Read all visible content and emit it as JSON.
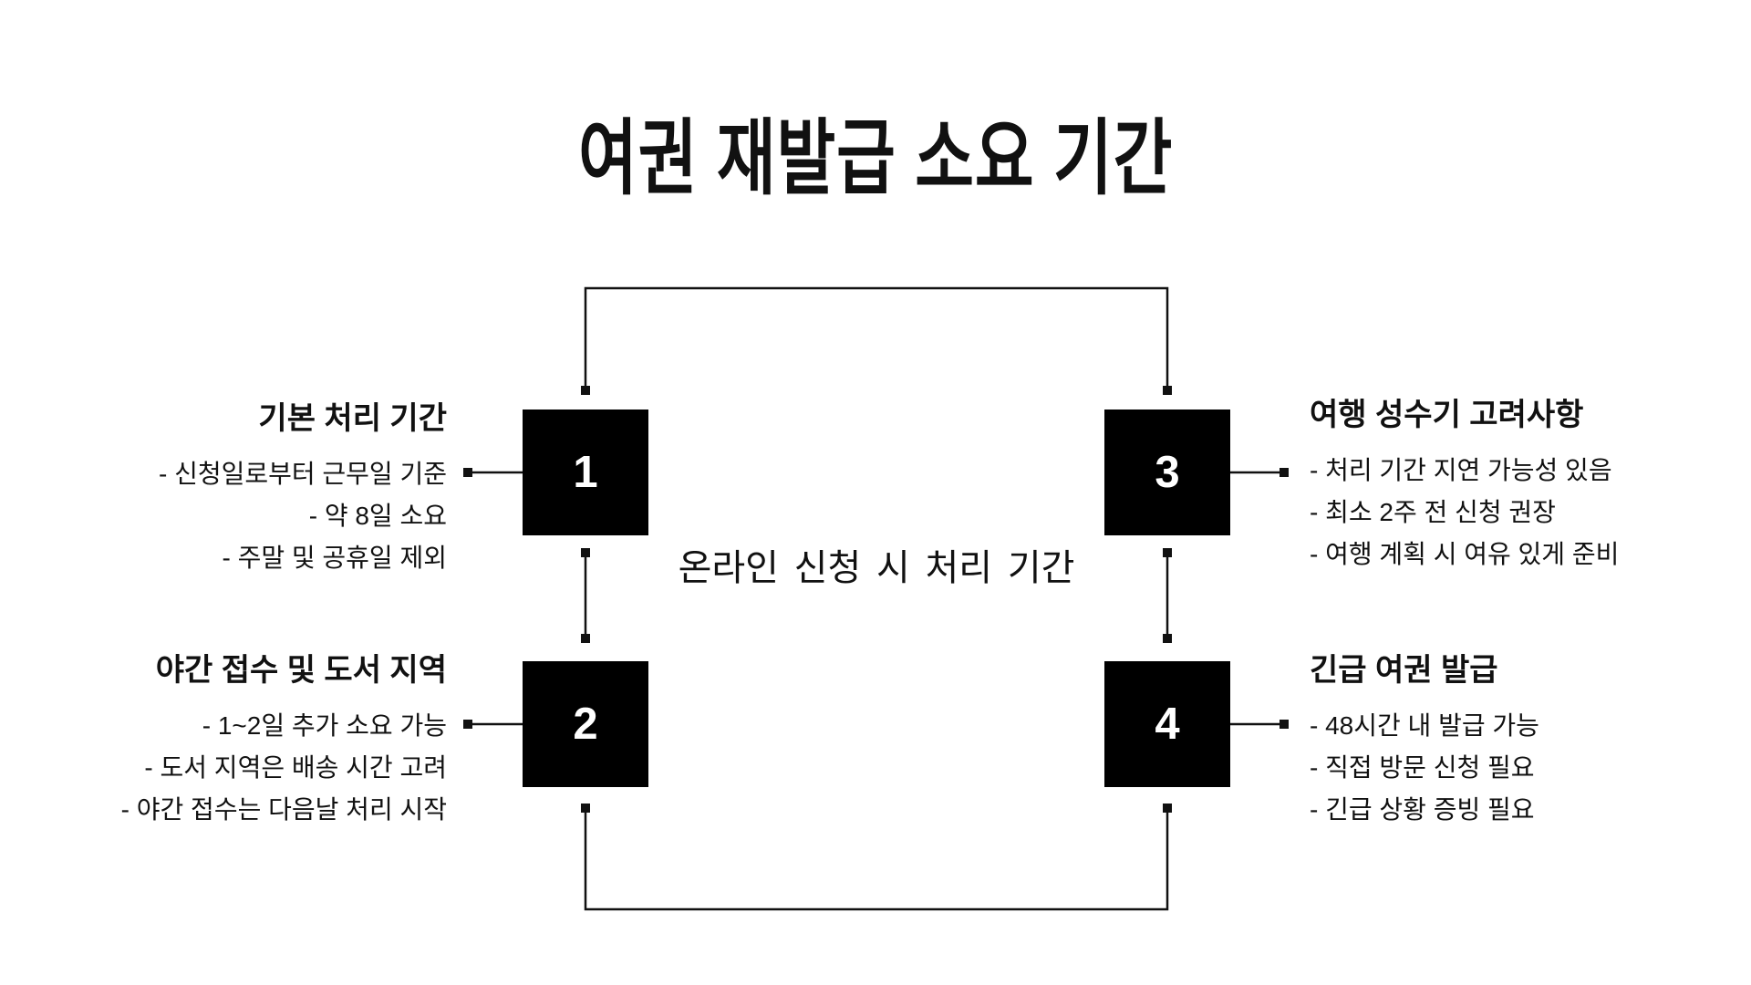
{
  "title": "여권 재발급 소요 기간",
  "center_label": "온라인 신청 시 처리 기간",
  "colors": {
    "background": "#ffffff",
    "box_fill": "#000000",
    "box_number": "#ffffff",
    "text": "#111111",
    "line": "#111111"
  },
  "steps": [
    {
      "number": "1",
      "heading": "기본 처리 기간",
      "bullets": [
        "- 신청일로부터 근무일 기준",
        "- 약 8일 소요",
        "- 주말 및 공휴일 제외"
      ]
    },
    {
      "number": "2",
      "heading": "야간 접수 및 도서 지역",
      "bullets": [
        "- 1~2일 추가 소요 가능",
        "- 도서 지역은 배송 시간 고려",
        "- 야간 접수는 다음날 처리 시작"
      ]
    },
    {
      "number": "3",
      "heading": "여행 성수기 고려사항",
      "bullets": [
        "- 처리 기간 지연 가능성 있음",
        "- 최소 2주 전 신청 권장",
        "- 여행 계획 시 여유 있게 준비"
      ]
    },
    {
      "number": "4",
      "heading": "긴급 여권 발급",
      "bullets": [
        "- 48시간 내 발급 가능",
        "- 직접 방문 신청 필요",
        "- 긴급 상황 증빙 필요"
      ]
    }
  ]
}
